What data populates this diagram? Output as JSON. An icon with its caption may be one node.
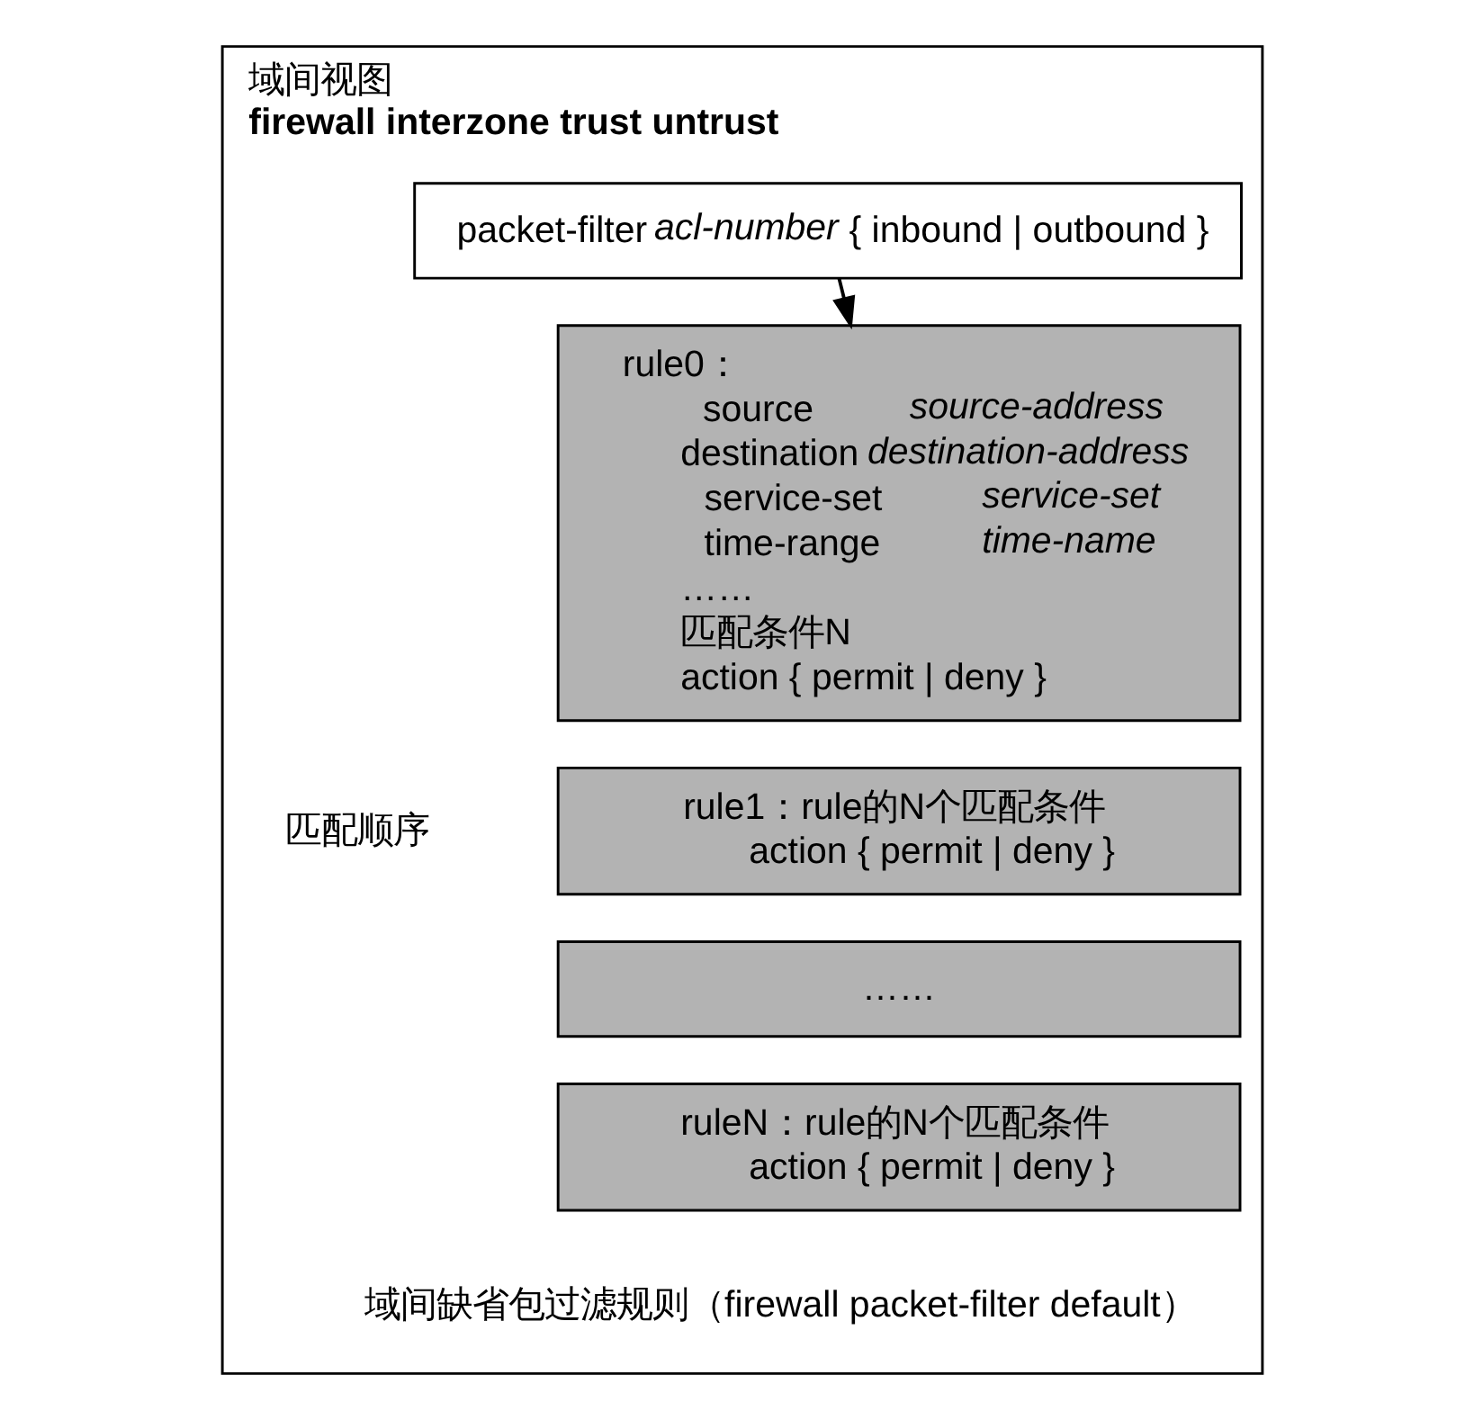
{
  "diagram": {
    "nodes": [
      {
        "text": [
          "域间视图",
          "firewall interzone trust untrust"
        ]
      },
      {
        "text": [
          "packet-filter *acl-number* { inbound | outbound }"
        ],
        "in": 0
      },
      {
        "text": [
          "rule0：",
          "source *source-address*",
          "destination *destination-address*",
          "service-set *service-set*",
          "time-range *time-name*",
          "……",
          "匹配条件N",
          "action { permit | deny }"
        ],
        "in": 0
      },
      {
        "text": [
          "rule1：rule的N个匹配条件",
          "action { permit | deny }"
        ],
        "in": 0
      },
      {
        "text": [
          "……"
        ],
        "in": 0
      },
      {
        "text": [
          "ruleN：rule的N个匹配条件",
          "action { permit | deny }"
        ],
        "in": 0
      }
    ],
    "edges": [
      {
        "from": 1,
        "to": 2,
        "arrow": "to"
      }
    ],
    "labels": [
      "匹配顺序",
      "域间缺省包过滤规则（firewall packet-filter default）"
    ]
  }
}
